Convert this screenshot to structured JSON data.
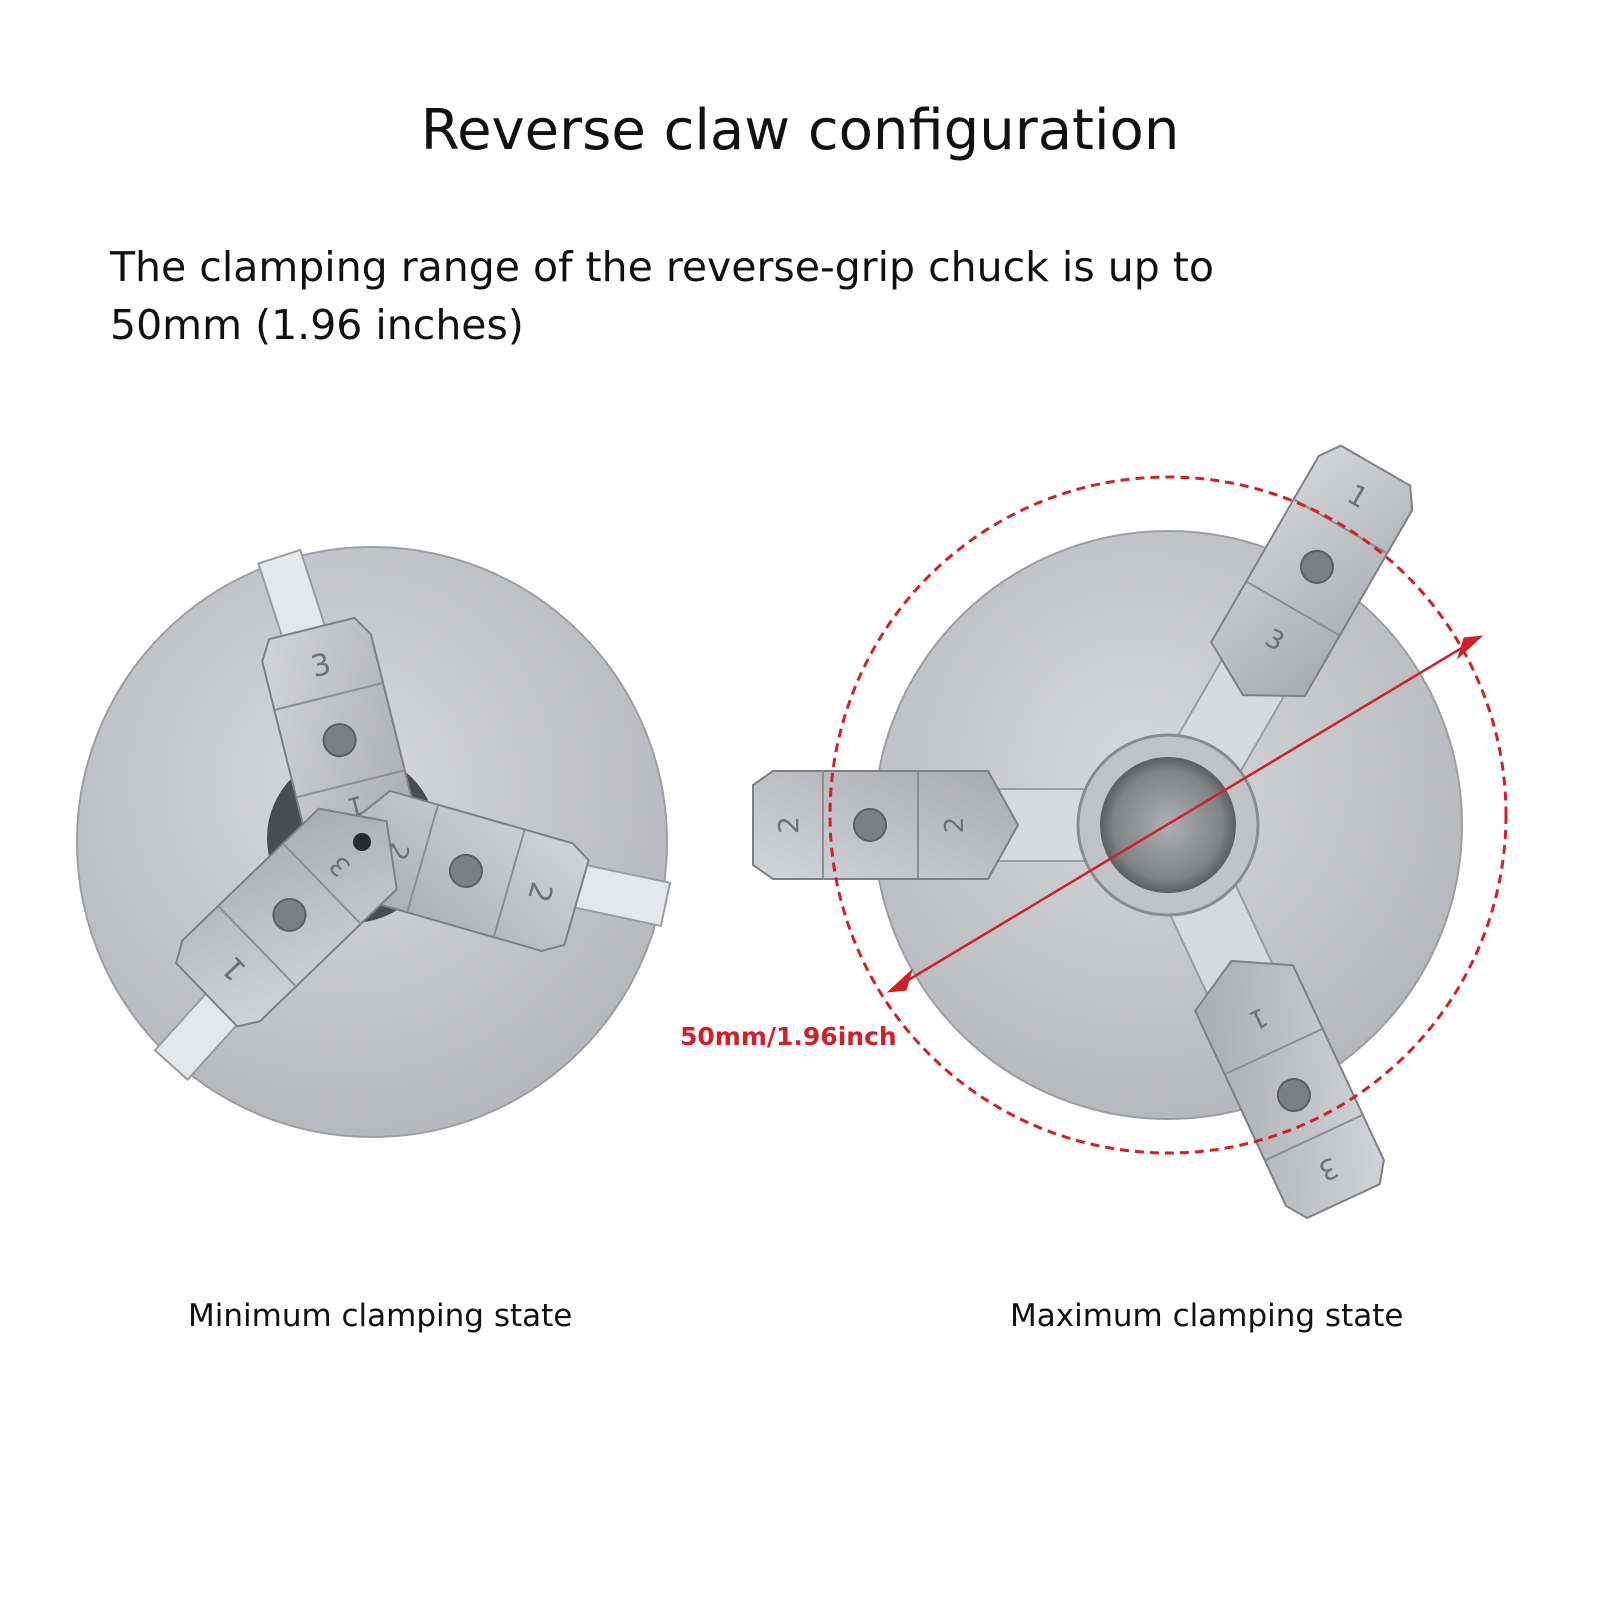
{
  "title": "Reverse claw configuration",
  "description": {
    "line1": "The clamping range of the reverse-grip chuck is up to",
    "line2": "50mm (1.96 inches)"
  },
  "captions": {
    "min": "Minimum clamping state",
    "max": "Maximum clamping state"
  },
  "dimension": {
    "label": "50mm/1.96inch",
    "color": "#d2202a"
  },
  "colors": {
    "metal": "#c9cacc",
    "metal_light": "#dcdde0",
    "metal_dark": "#8f9194",
    "jaw": "#bfc0c3"
  },
  "jaws": {
    "min": {
      "jaw_top_outer": "3",
      "jaw_top_inner": "1",
      "jaw_right_outer": "2",
      "jaw_right_inner": "2",
      "jaw_bottom_outer": "1",
      "jaw_bottom_inner": "3"
    },
    "max": {
      "jaw_top_outer": "1",
      "jaw_top_inner": "3",
      "jaw_left_outer": "2",
      "jaw_left_inner": "2",
      "jaw_bottom_outer": "3",
      "jaw_bottom_inner": "1"
    }
  }
}
